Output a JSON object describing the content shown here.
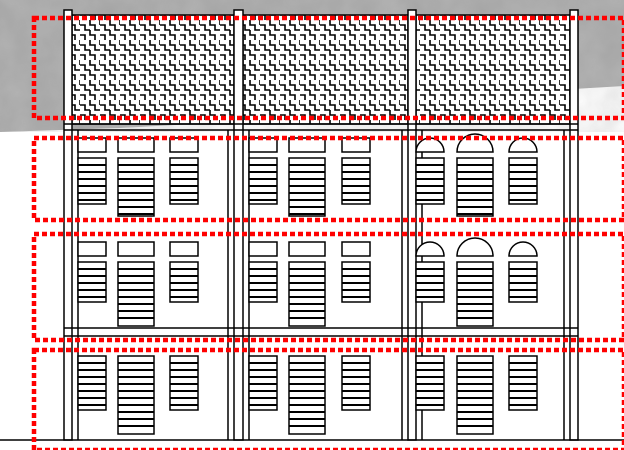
{
  "drawing": {
    "subject": "facade-elevation",
    "bays": [
      {
        "bay": 1,
        "upper_window_heads": "rectangular"
      },
      {
        "bay": 2,
        "upper_window_heads": "rectangular"
      },
      {
        "bay": 3,
        "upper_window_heads": "arched"
      }
    ],
    "storeys_with_windows": 3,
    "parapet_pattern": "lattice-crosshatch",
    "ground_line": true
  },
  "highlight_boxes": {
    "count": 4,
    "style": "dotted",
    "color": "#ff0000",
    "regions": [
      "parapet",
      "upper-storey",
      "middle-storey",
      "ground-storey"
    ]
  },
  "background": {
    "photo_fragment": "grey-stone-texture",
    "color": "#9a9a9a"
  }
}
